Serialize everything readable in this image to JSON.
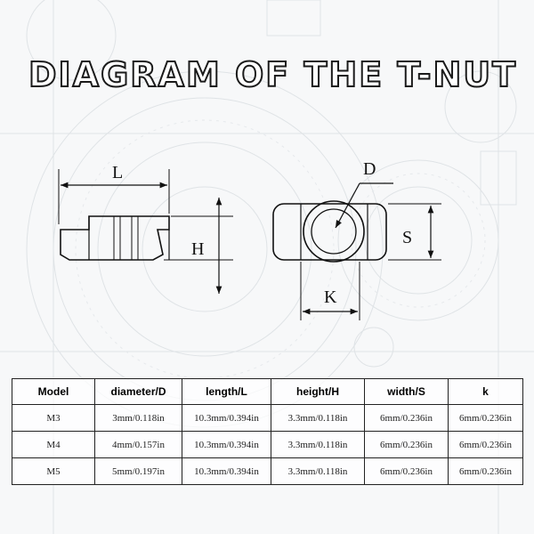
{
  "title": "DIAGRAM OF THE T-NUT",
  "diagram": {
    "labels": {
      "L": "L",
      "H": "H",
      "D": "D",
      "S": "S",
      "K": "K"
    }
  },
  "table": {
    "headers": [
      "Model",
      "diameter/D",
      "length/L",
      "height/H",
      "width/S",
      "k"
    ],
    "rows": [
      [
        "M3",
        "3mm/0.118in",
        "10.3mm/0.394in",
        "3.3mm/0.118in",
        "6mm/0.236in",
        "6mm/0.236in"
      ],
      [
        "M4",
        "4mm/0.157in",
        "10.3mm/0.394in",
        "3.3mm/0.118in",
        "6mm/0.236in",
        "6mm/0.236in"
      ],
      [
        "M5",
        "5mm/0.197in",
        "10.3mm/0.394in",
        "3.3mm/0.118in",
        "6mm/0.236in",
        "6mm/0.236in"
      ]
    ]
  }
}
